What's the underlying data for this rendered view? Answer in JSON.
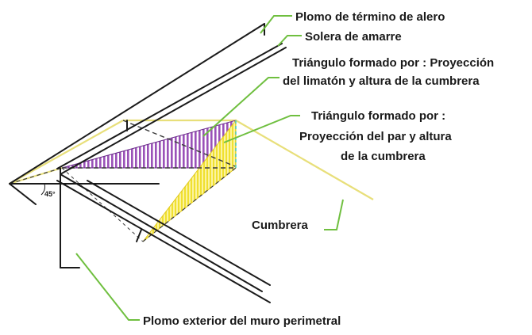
{
  "labels": {
    "plomo_termino_alero": "Plomo de término de alero",
    "solera_amarre": "Solera de amarre",
    "triangulo_limaton_line1": "Triángulo formado por : Proyección",
    "triangulo_limaton_line2": "del limatón y altura de la cumbrera",
    "triangulo_par_line1": "Triángulo formado por :",
    "triangulo_par_line2": "Proyección del par y altura",
    "triangulo_par_line3": "de la cumbrera",
    "cumbrera": "Cumbrera",
    "plomo_exterior_muro": "Plomo exterior del muro perimetral",
    "angle": "45°"
  },
  "colors": {
    "structure_lines": "#1a1a1a",
    "leader_lines": "#6fbf3f",
    "ridge_yellow": "#e8df7a",
    "triangle_par_fill": "#f3e64a",
    "triangle_limaton_fill": "#9a52b8",
    "dashed_cyan": "#3cc6c6"
  }
}
